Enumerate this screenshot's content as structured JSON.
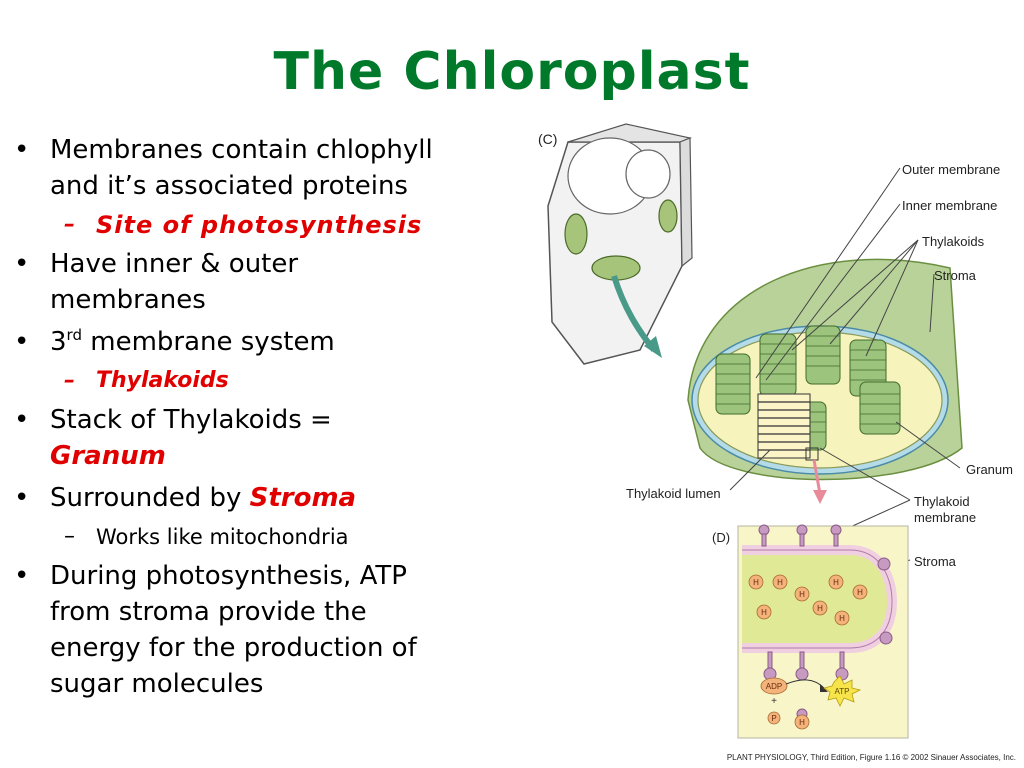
{
  "title": "The Chloroplast",
  "bullets": {
    "b1_line1": "Membranes contain chlophyll",
    "b1_line2": "and it’s associated proteins",
    "b1_sub": "Site of photosynthesis",
    "b2_line1": "Have inner & outer",
    "b2_line2": "membranes",
    "b3_pre": "3",
    "b3_sup": "rd",
    "b3_post": " membrane system",
    "b3_sub": "Thylakoids",
    "b4_line1": "Stack of Thylakoids =",
    "b4_emph": "Granum",
    "b5_pre": "Surrounded by ",
    "b5_emph": "Stroma",
    "b5_sub": "Works like mitochondria",
    "b6_line1": "During photosynthesis, ATP",
    "b6_line2": "from stroma provide the",
    "b6_line3": "energy for the production of",
    "b6_line4": "sugar molecules"
  },
  "bullet_glyph": "•",
  "dash_glyph": "–",
  "diagram": {
    "panel_c": "(C)",
    "panel_d": "(D)",
    "outer_membrane": "Outer membrane",
    "inner_membrane": "Inner membrane",
    "thylakoids": "Thylakoids",
    "stroma": "Stroma",
    "granum": "Granum",
    "thylakoid_lumen": "Thylakoid lumen",
    "thylakoid_membrane_1": "Thylakoid",
    "thylakoid_membrane_2": "membrane",
    "stroma_d": "Stroma",
    "h_plus": "H",
    "adp": "ADP",
    "plus": "+",
    "pi": "P",
    "atp": "ATP"
  },
  "credit": "PLANT PHYSIOLOGY, Third Edition, Figure 1.16 © 2002 Sinauer Associates, Inc."
}
